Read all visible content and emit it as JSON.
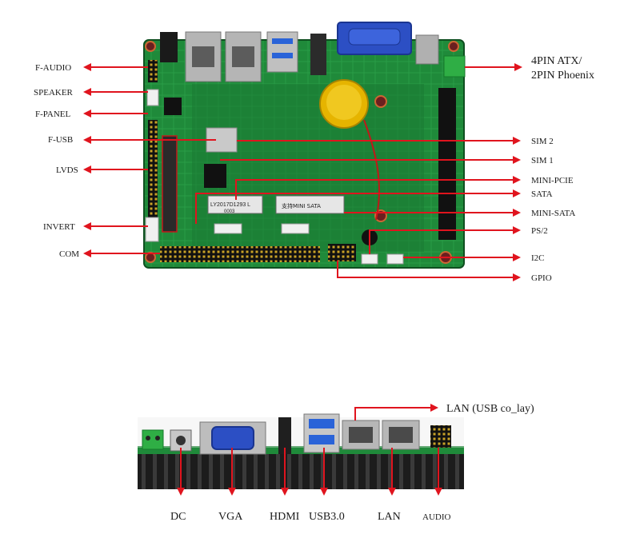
{
  "top_board": {
    "left_labels": {
      "f_audio": "F-AUDIO",
      "speaker": "SPEAKER",
      "f_panel": "F-PANEL",
      "f_usb": "F-USB",
      "lvds": "LVDS",
      "invert": "INVERT",
      "com": "COM"
    },
    "right_labels": {
      "atx_line1": "4PIN ATX/",
      "atx_line2": "2PIN Phoenix",
      "sim2": "SIM 2",
      "sim1": "SIM 1",
      "mini_pcie": "MINI-PCIE",
      "sata": "SATA",
      "mini_sata": "MINI-SATA",
      "ps2": "PS/2",
      "i2c": "I2C",
      "gpio": "GPIO"
    },
    "silkscreen": {
      "part_number": "LY2017D1293 L",
      "part_code": "0003",
      "mini_sata_label": "支持MINI SATA"
    }
  },
  "io_panel": {
    "top_label": "LAN (USB co_lay)",
    "bottom_labels": {
      "dc": "DC",
      "vga": "VGA",
      "hdmi": "HDMI",
      "usb30": "USB3.0",
      "lan": "LAN",
      "audio": "AUDIO"
    }
  },
  "colors": {
    "arrow": "#e0141e",
    "pcb_green": "#1f8a3a",
    "pcb_dark": "#14622a",
    "vga_blue": "#2c4fc4",
    "usb_blue": "#2a63d8",
    "battery_gold": "#e6b400",
    "phoenix_green": "#2fae45"
  }
}
